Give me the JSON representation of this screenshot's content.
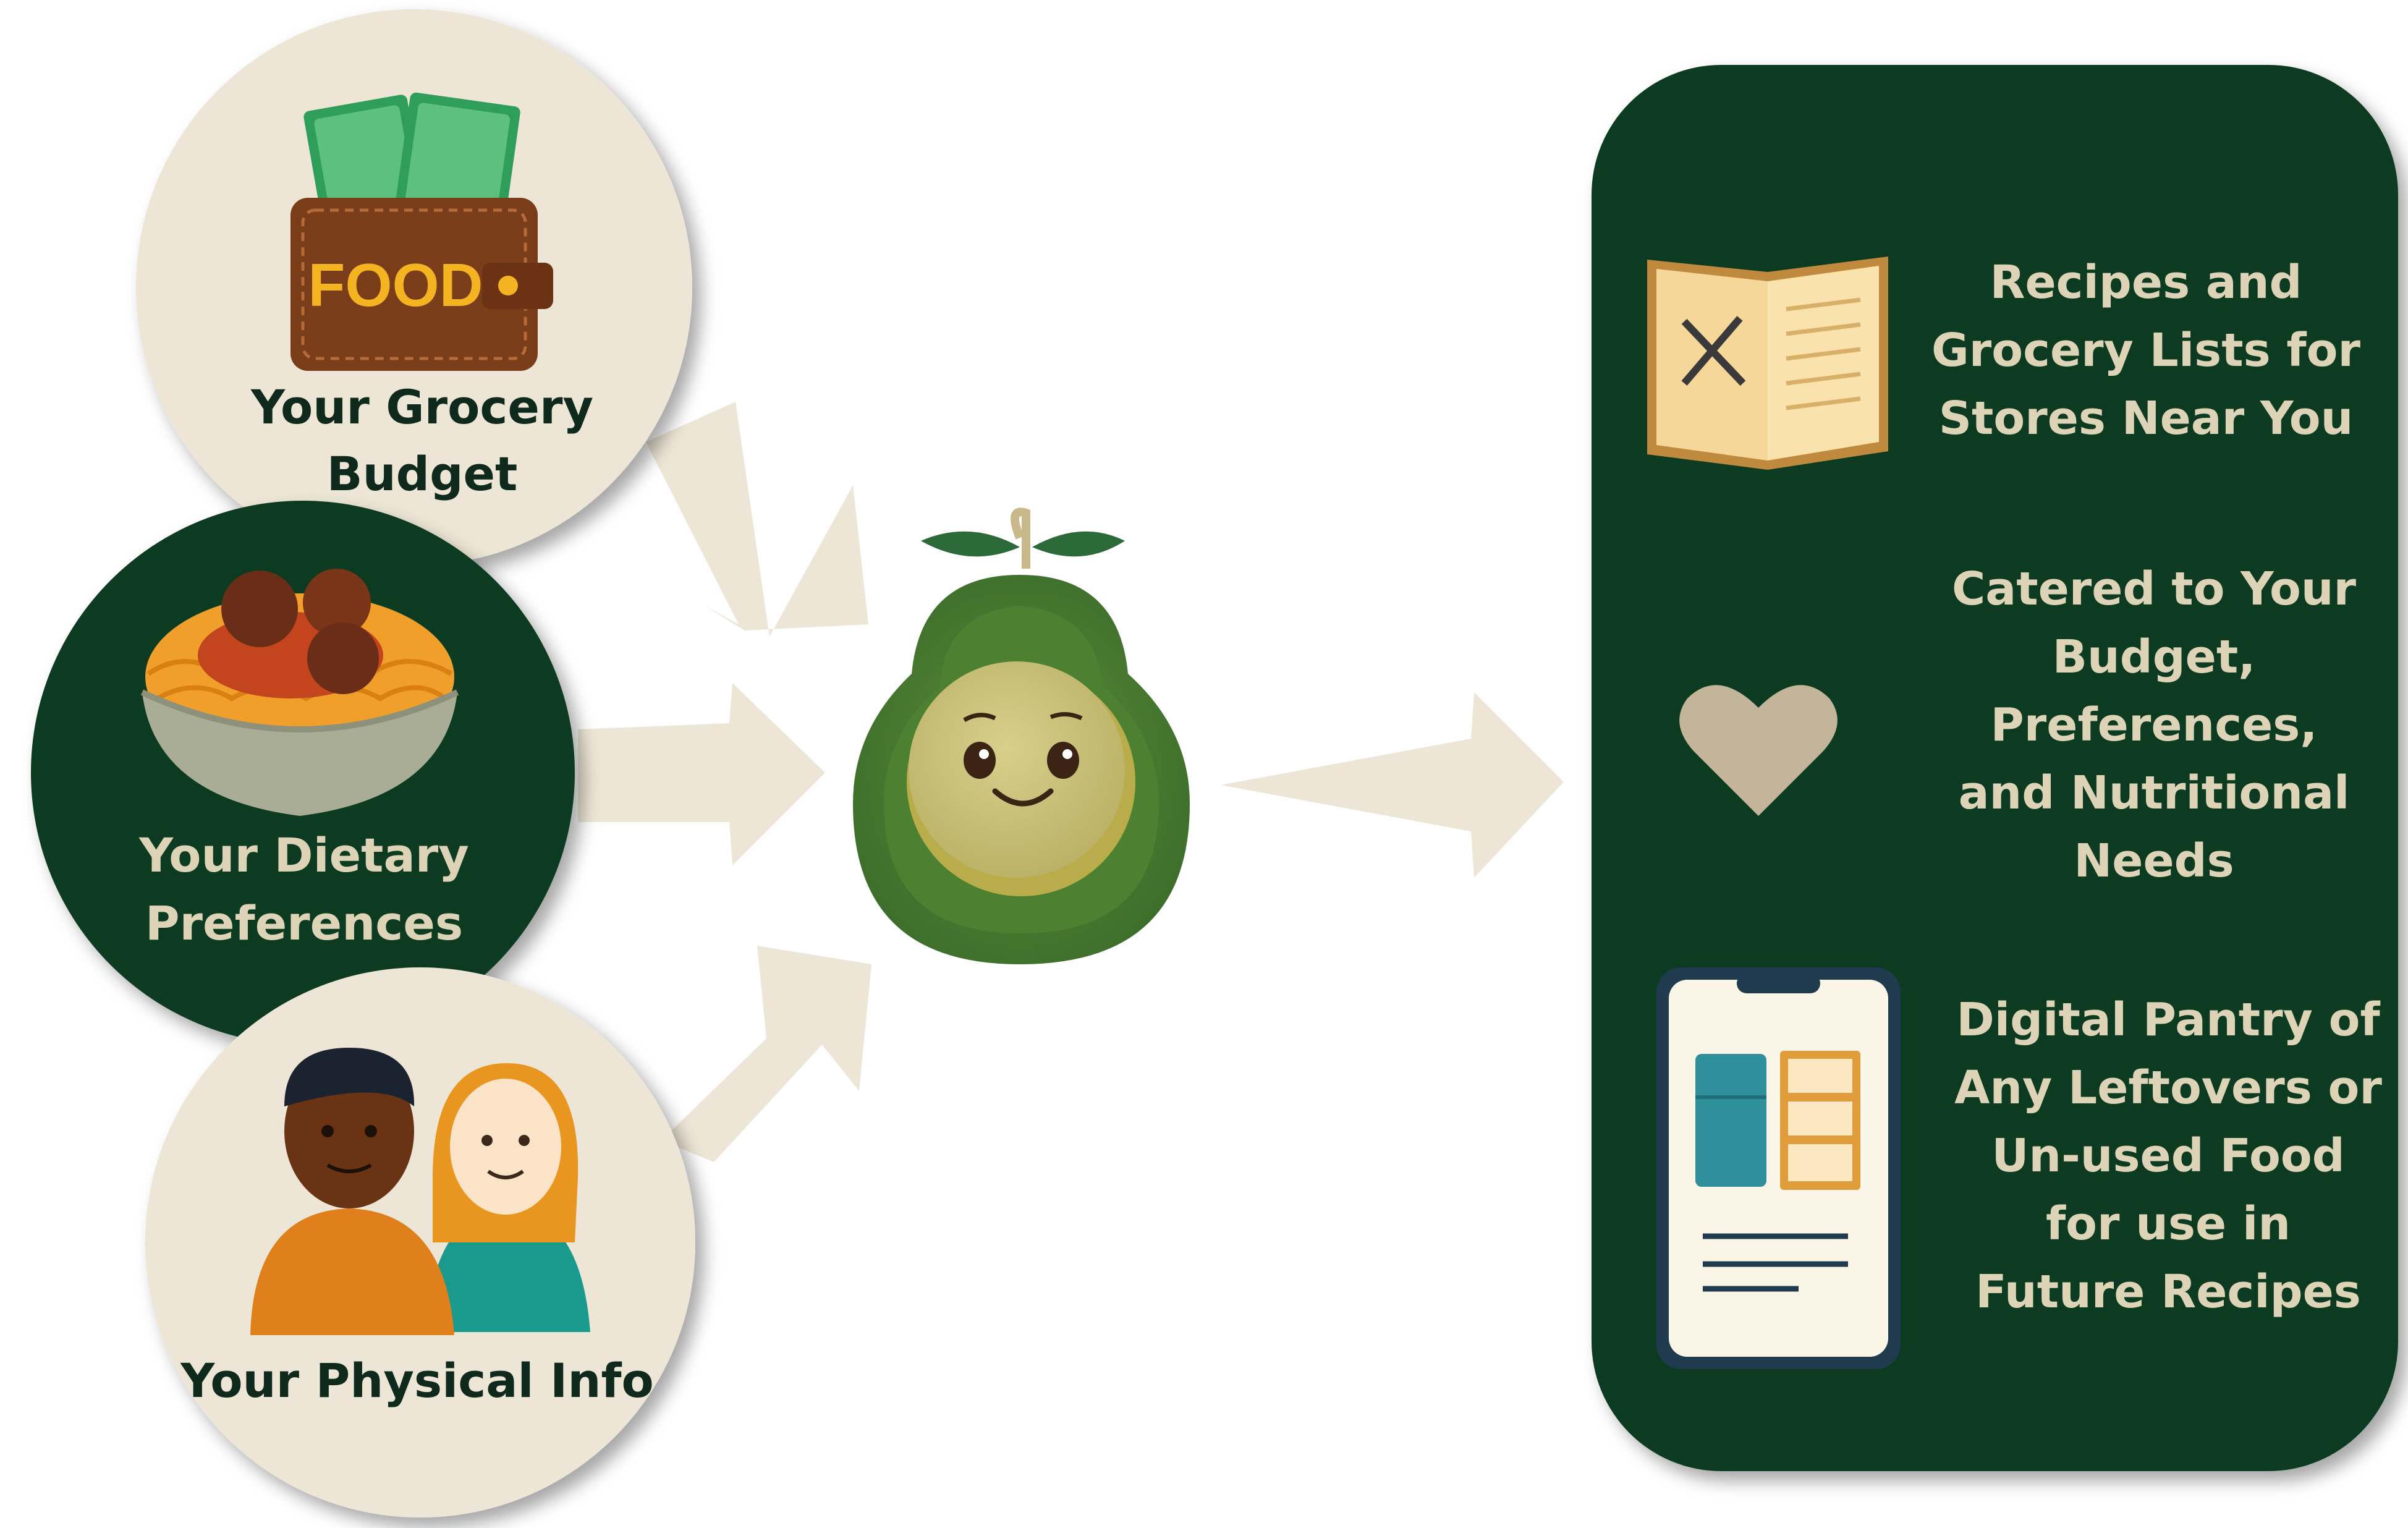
{
  "inputs": [
    {
      "line1": "Your Grocery",
      "line2": "Budget"
    },
    {
      "line1": "Your Dietary",
      "line2": "Preferences"
    },
    {
      "line1": "Your Physical Info"
    }
  ],
  "wallet_text": "FOOD",
  "outputs": [
    {
      "lines": [
        "Recipes and",
        "Grocery Lists for",
        "Stores Near You"
      ]
    },
    {
      "lines": [
        "Catered to Your",
        "Budget,",
        "Preferences,",
        "and Nutritional",
        "Needs"
      ]
    },
    {
      "lines": [
        "Digital Pantry of",
        "Any Leftovers or",
        "Un-used Food",
        "for use in",
        "Future Recipes"
      ]
    }
  ],
  "icons": {
    "budget": "wallet-with-cash-icon",
    "diet": "spaghetti-bowl-icon",
    "physical": "two-people-icon",
    "mascot": "avocado-mascot-icon",
    "recipes": "recipe-book-icon",
    "heart": "heart-icon",
    "pantry": "phone-pantry-icon"
  },
  "colors": {
    "dark_green": "#0d3a22",
    "cream": "#ede6d6",
    "label_light": "#ddd3b6",
    "arrow": "#ede6d6"
  }
}
